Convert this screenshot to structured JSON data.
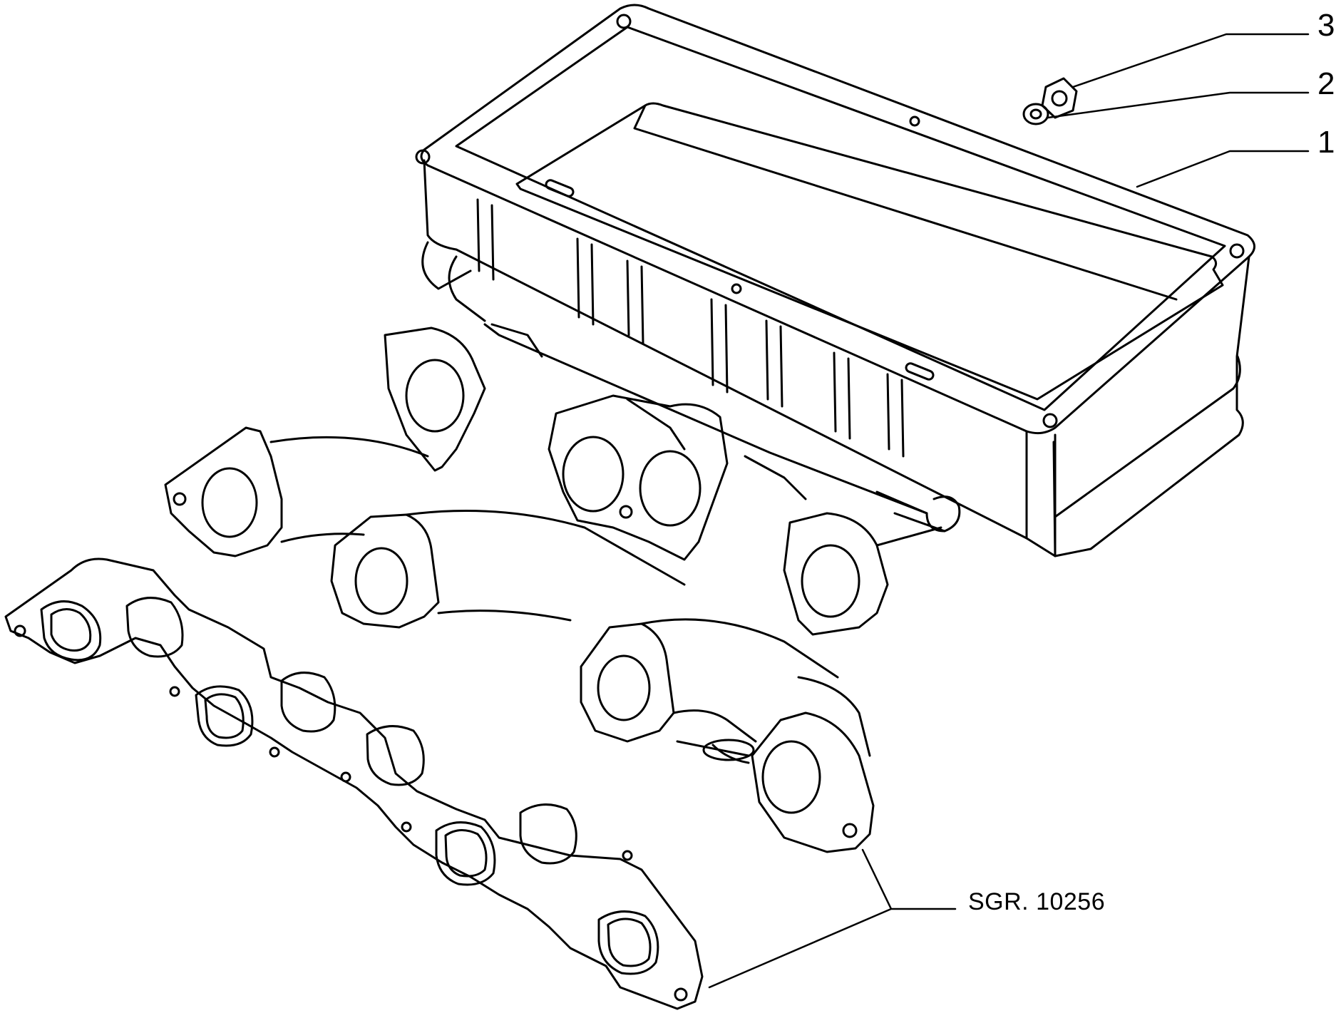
{
  "callouts": [
    {
      "number": "3",
      "part": "nut"
    },
    {
      "number": "2",
      "part": "washer"
    },
    {
      "number": "1",
      "part": "intake-plenum"
    }
  ],
  "reference": {
    "label": "SGR. 10256"
  }
}
